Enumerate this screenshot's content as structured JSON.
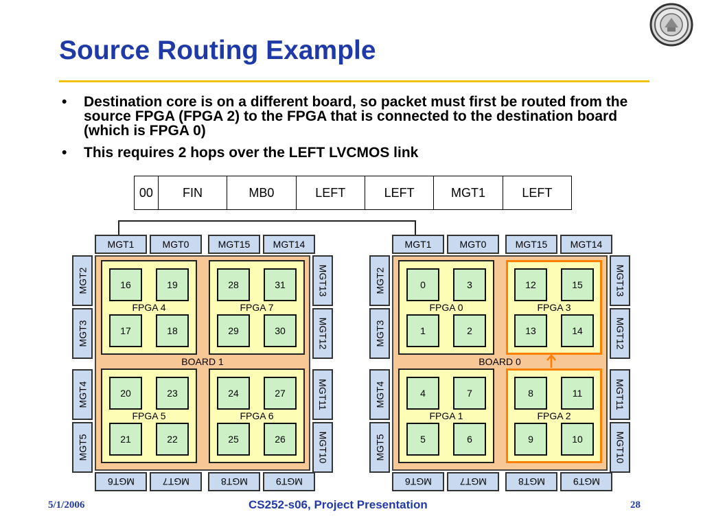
{
  "slide": {
    "title": "Source Routing Example",
    "bullets": [
      "Destination core is on a different board, so packet must first be routed from the source FPGA (FPGA 2) to the FPGA that is connected to the destination board (which is FPGA 0)",
      "This requires 2 hops over the LEFT LVCMOS link"
    ],
    "bullet_char": "•"
  },
  "header_fields": [
    "00",
    "FIN",
    "MB0",
    "LEFT",
    "LEFT",
    "MGT1",
    "LEFT"
  ],
  "boards": [
    {
      "label": "BOARD 1",
      "mgt_top": [
        "MGT1",
        "MGT0",
        "MGT15",
        "MGT14"
      ],
      "mgt_left": [
        "MGT2",
        "MGT3",
        "MGT4",
        "MGT5"
      ],
      "mgt_right": [
        "MGT13",
        "MGT12",
        "MGT11",
        "MGT10"
      ],
      "mgt_bottom": [
        "MGT6",
        "MGT7",
        "MGT8",
        "MGT9"
      ],
      "fpgas": [
        {
          "label": "FPGA 4",
          "cores": [
            "16",
            "19",
            "17",
            "18"
          ]
        },
        {
          "label": "FPGA 7",
          "cores": [
            "28",
            "31",
            "29",
            "30"
          ]
        },
        {
          "label": "FPGA 5",
          "cores": [
            "20",
            "23",
            "21",
            "22"
          ]
        },
        {
          "label": "FPGA 6",
          "cores": [
            "24",
            "27",
            "25",
            "26"
          ]
        }
      ]
    },
    {
      "label": "BOARD 0",
      "mgt_top": [
        "MGT1",
        "MGT0",
        "MGT15",
        "MGT14"
      ],
      "mgt_left": [
        "MGT2",
        "MGT3",
        "MGT4",
        "MGT5"
      ],
      "mgt_right": [
        "MGT13",
        "MGT12",
        "MGT11",
        "MGT10"
      ],
      "mgt_bottom": [
        "MGT6",
        "MGT7",
        "MGT8",
        "MGT9"
      ],
      "fpgas": [
        {
          "label": "FPGA 0",
          "cores": [
            "0",
            "3",
            "1",
            "2"
          ]
        },
        {
          "label": "FPGA 3",
          "cores": [
            "12",
            "15",
            "13",
            "14"
          ],
          "highlighted": true
        },
        {
          "label": "FPGA 1",
          "cores": [
            "4",
            "7",
            "5",
            "6"
          ]
        },
        {
          "label": "FPGA 2",
          "cores": [
            "8",
            "11",
            "9",
            "10"
          ],
          "highlighted": true
        }
      ]
    }
  ],
  "footer": {
    "date": "5/1/2006",
    "title": "CS252-s06, Project Presentation",
    "page": "28"
  },
  "colors": {
    "title_blue": "#1f3aa6",
    "rule_yellow": "#f2c200",
    "board_fill": "#f7c796",
    "fpga_fill": "#fefdb5",
    "core_fill": "#cdf0c6",
    "mgt_fill": "#c9d9ef",
    "highlight_orange": "#ff7f00"
  },
  "icons": {
    "seal": "university-seal-icon",
    "arrow": "arrow-up-icon"
  }
}
